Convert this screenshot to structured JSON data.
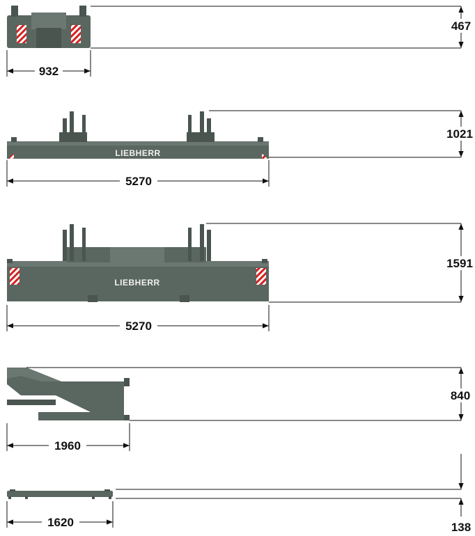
{
  "brand": {
    "name": "LIEBHERR"
  },
  "colors": {
    "component": "#5a6660",
    "warning_stripe_red": "#d42020",
    "warning_stripe_white": "#ffffff",
    "dimension_lines": "#111111"
  },
  "views": [
    {
      "id": "end-view",
      "width_label": "932",
      "height_label": "467"
    },
    {
      "id": "beam-view",
      "width_label": "5270",
      "height_label": "1021",
      "brand_label": "LIEBHERR"
    },
    {
      "id": "ballast-view",
      "width_label": "5270",
      "height_label": "1591",
      "brand_label": "LIEBHERR"
    },
    {
      "id": "side-view",
      "width_label": "1960",
      "height_label": "840"
    },
    {
      "id": "plate-view",
      "width_label": "1620",
      "height_label": "138"
    }
  ]
}
